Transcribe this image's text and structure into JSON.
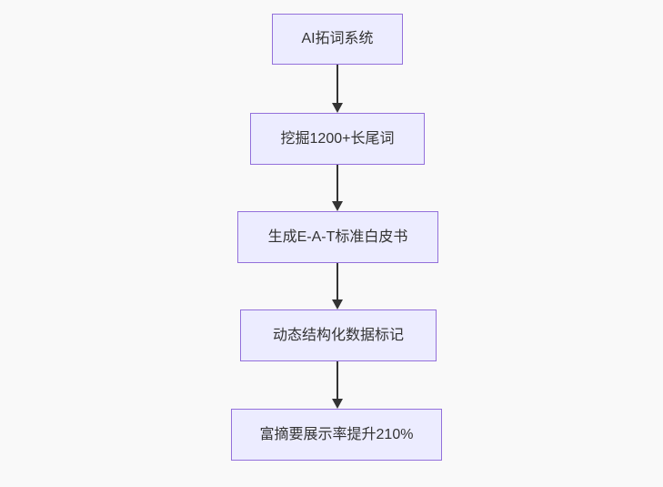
{
  "diagram": {
    "type": "flowchart",
    "direction": "top-down",
    "nodes": [
      {
        "id": "n1",
        "label": "AI拓词系统"
      },
      {
        "id": "n2",
        "label": "挖掘1200+长尾词"
      },
      {
        "id": "n3",
        "label": "生成E-A-T标准白皮书"
      },
      {
        "id": "n4",
        "label": "动态结构化数据标记"
      },
      {
        "id": "n5",
        "label": "富摘要展示率提升210%"
      }
    ],
    "edges": [
      {
        "from": "n1",
        "to": "n2"
      },
      {
        "from": "n2",
        "to": "n3"
      },
      {
        "from": "n3",
        "to": "n4"
      },
      {
        "from": "n4",
        "to": "n5"
      }
    ],
    "colors": {
      "background": "#f9f9f9",
      "node_fill": "#ececff",
      "node_border": "#9370db",
      "arrow": "#333333",
      "text": "#333333"
    }
  }
}
